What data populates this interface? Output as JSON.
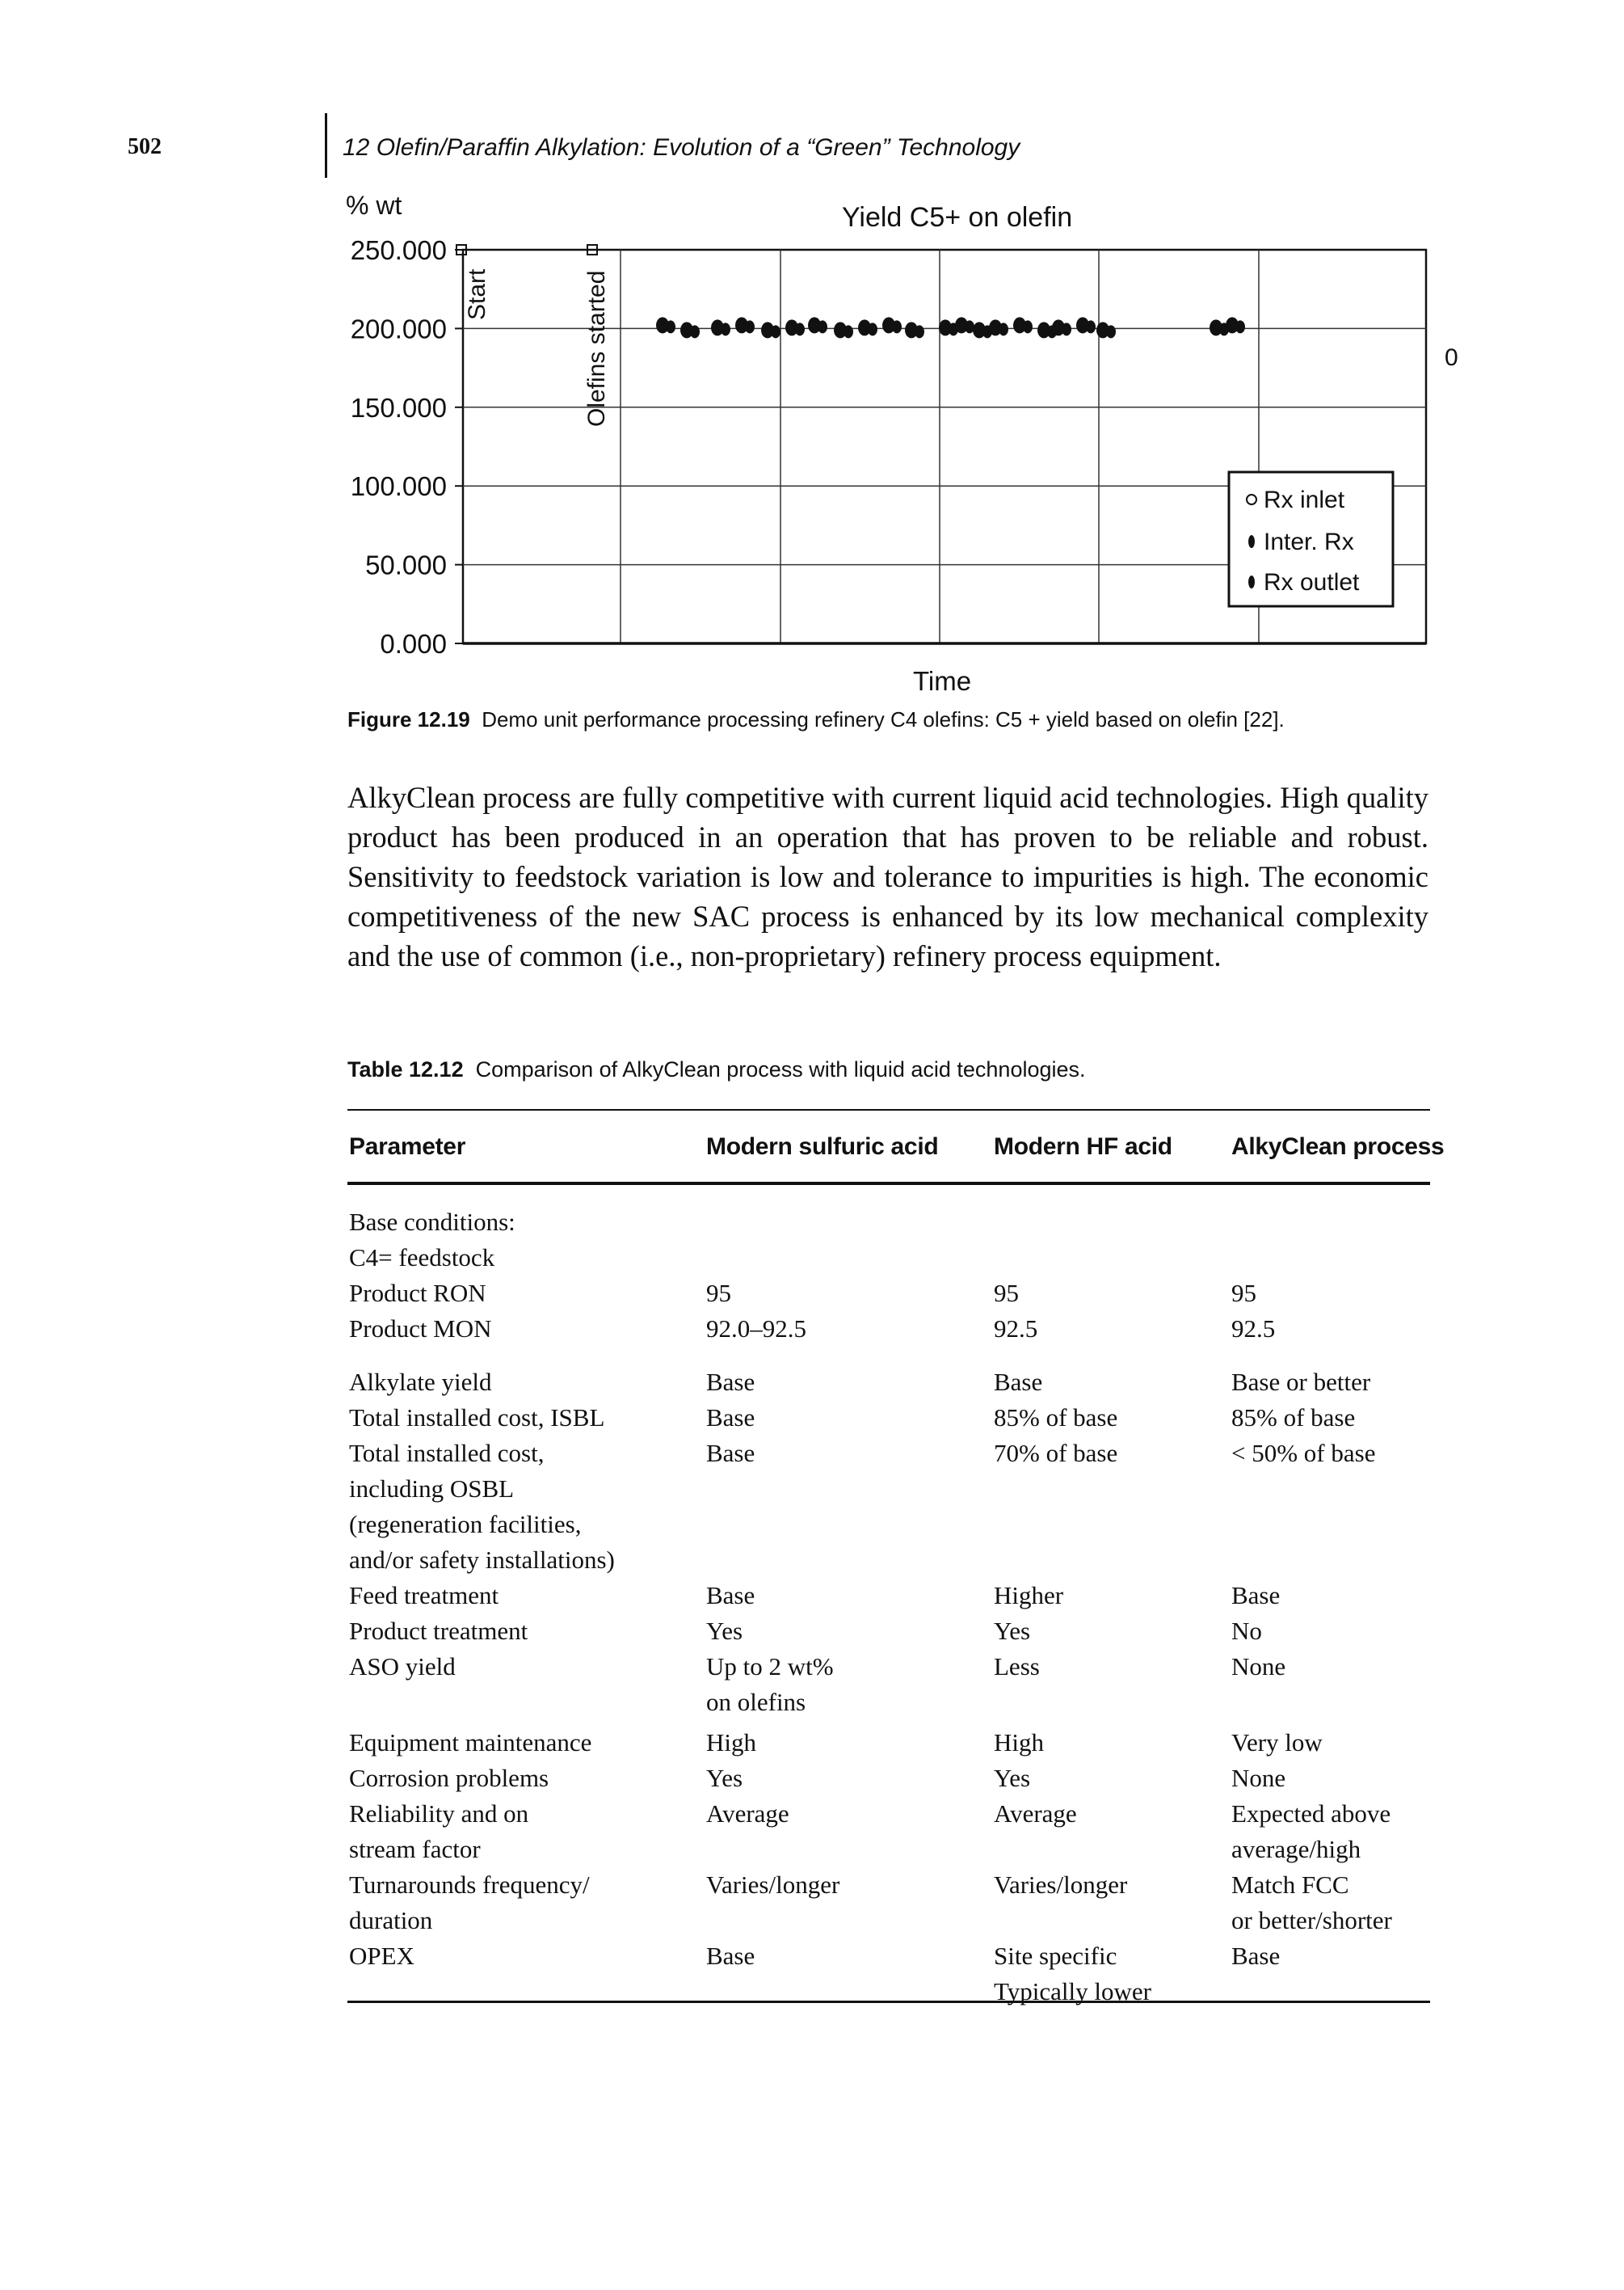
{
  "header": {
    "page_number": "502",
    "running_title": "12 Olefin/Paraffin Alkylation: Evolution of a “Green” Technology"
  },
  "chart_data": {
    "type": "scatter",
    "title": "Yield C5+ on olefin",
    "ylabel": "% wt",
    "xlabel": "Time",
    "y_ticks": [
      "250.000",
      "200.000",
      "150.000",
      "100.000",
      "50.000",
      "0.000"
    ],
    "ylim": [
      0,
      250
    ],
    "right_axis_label": "0",
    "grid": true,
    "legend_position": "lower-right",
    "legend": [
      "Rx inlet",
      "Inter. Rx",
      "Rx outlet"
    ],
    "annotations": [
      "Start",
      "Olefins started"
    ],
    "series": [
      {
        "name": "Inter. Rx",
        "y_approx": 200
      }
    ]
  },
  "figure_caption": {
    "label": "Figure 12.19",
    "text": "Demo unit performance processing refinery C4 olefins: C5 + yield based on olefin [22]."
  },
  "body_paragraph": "AlkyClean process are fully competitive with current liquid acid technologies. High quality product has been produced in an operation that has proven to be reliable and robust. Sensitivity to feedstock variation is low and tolerance to impurities is high. The economic competitiveness of the new SAC process is enhanced by its low mechanical complexity and the use of common (i.e., non-proprietary) refinery process equipment.",
  "table": {
    "label": "Table 12.12",
    "caption": "Comparison of AlkyClean process with liquid acid technologies.",
    "headers": [
      "Parameter",
      "Modern sulfuric acid",
      "Modern HF acid",
      "AlkyClean process"
    ],
    "rows": [
      [
        "Base conditions:\nC4= feedstock",
        "",
        "",
        ""
      ],
      [
        "Product RON",
        "95",
        "95",
        "95"
      ],
      [
        "Product MON",
        "92.0–92.5",
        "92.5",
        "92.5"
      ],
      [
        "Alkylate yield",
        "Base",
        "Base",
        "Base or better"
      ],
      [
        "Total installed cost, ISBL",
        "Base",
        "85% of base",
        "85% of base"
      ],
      [
        "Total installed cost,\nincluding OSBL\n(regeneration facilities,\nand/or safety installations)",
        "Base",
        "70% of base",
        "< 50% of base"
      ],
      [
        "Feed treatment",
        "Base",
        "Higher",
        "Base"
      ],
      [
        "Product treatment",
        "Yes",
        "Yes",
        "No"
      ],
      [
        "ASO yield",
        "Up to 2 wt%\non olefins",
        "Less",
        "None"
      ],
      [
        "Equipment maintenance",
        "High",
        "High",
        "Very low"
      ],
      [
        "Corrosion problems",
        "Yes",
        "Yes",
        "None"
      ],
      [
        "Reliability and on\nstream factor",
        "Average",
        "Average",
        "Expected above\naverage/high"
      ],
      [
        "Turnarounds frequency/\nduration",
        "Varies/longer",
        "Varies/longer",
        "Match FCC\nor better/shorter"
      ],
      [
        "OPEX",
        "Base",
        "Site specific\nTypically lower",
        "Base"
      ]
    ]
  }
}
